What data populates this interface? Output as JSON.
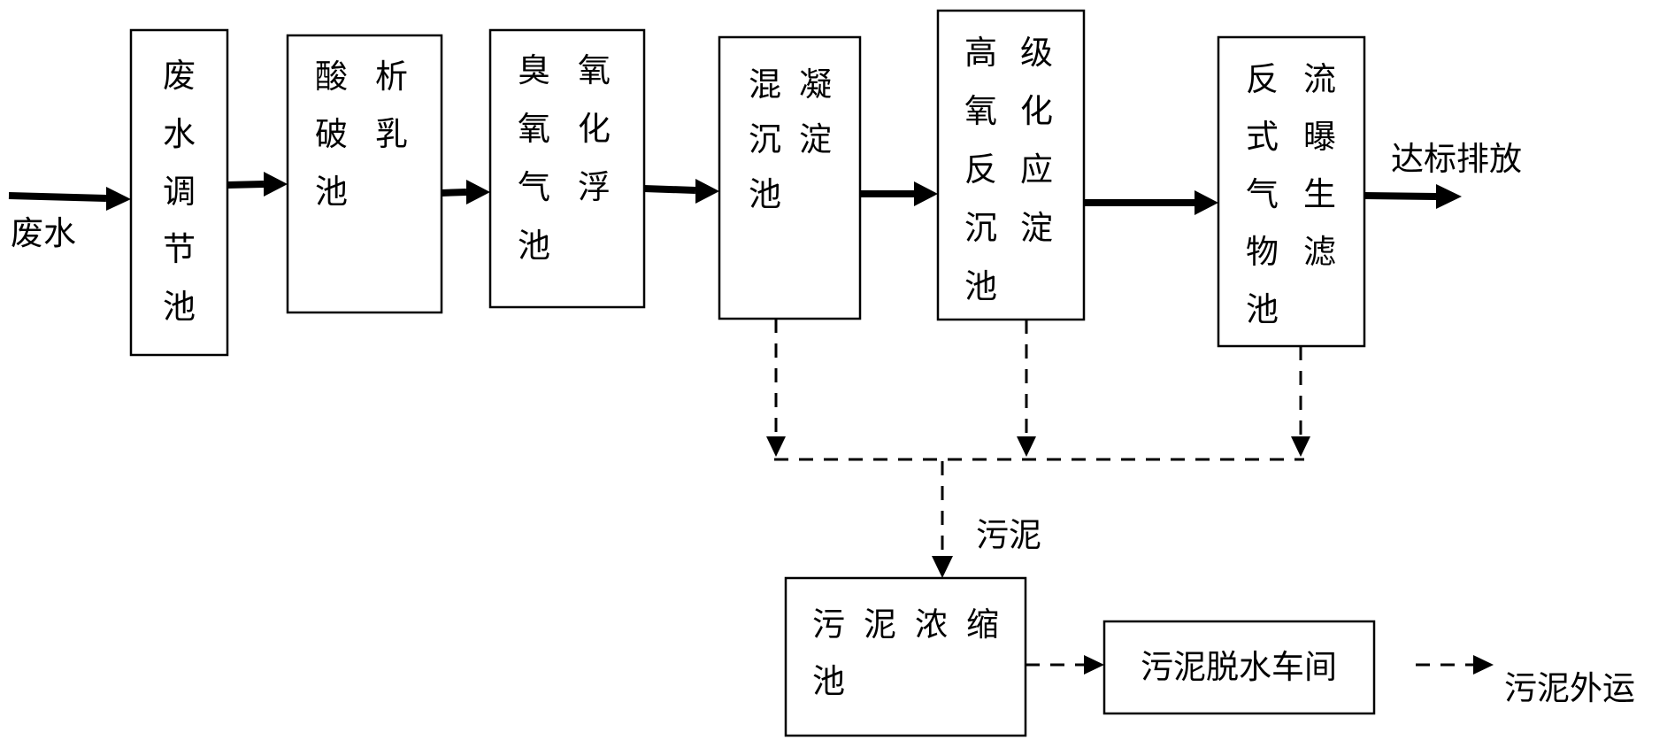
{
  "input_label": "废水",
  "output_label": "达标排放",
  "sludge_label": "污泥",
  "final_label": "污泥外运",
  "units": {
    "regulating_tank": [
      "废",
      "水",
      "调",
      "节",
      "池"
    ],
    "demulsification_tank": [
      "酸",
      "析",
      "破",
      "乳",
      "池"
    ],
    "ozone_flotation_tank": [
      "臭",
      "氧",
      "氧",
      "化",
      "气",
      "浮",
      "池"
    ],
    "coagulation_tank": [
      "混",
      "凝",
      "沉",
      "淀",
      "池"
    ],
    "advanced_oxidation_tank": [
      "高",
      "级",
      "氧",
      "化",
      "反",
      "应",
      "沉",
      "淀",
      "池"
    ],
    "biofilter_tank": [
      "反",
      "流",
      "式",
      "曝",
      "气",
      "生",
      "物",
      "滤",
      "池"
    ],
    "thickener": [
      "污",
      "泥",
      "浓",
      "缩",
      "池"
    ],
    "dewatering": "污泥脱水车间"
  }
}
